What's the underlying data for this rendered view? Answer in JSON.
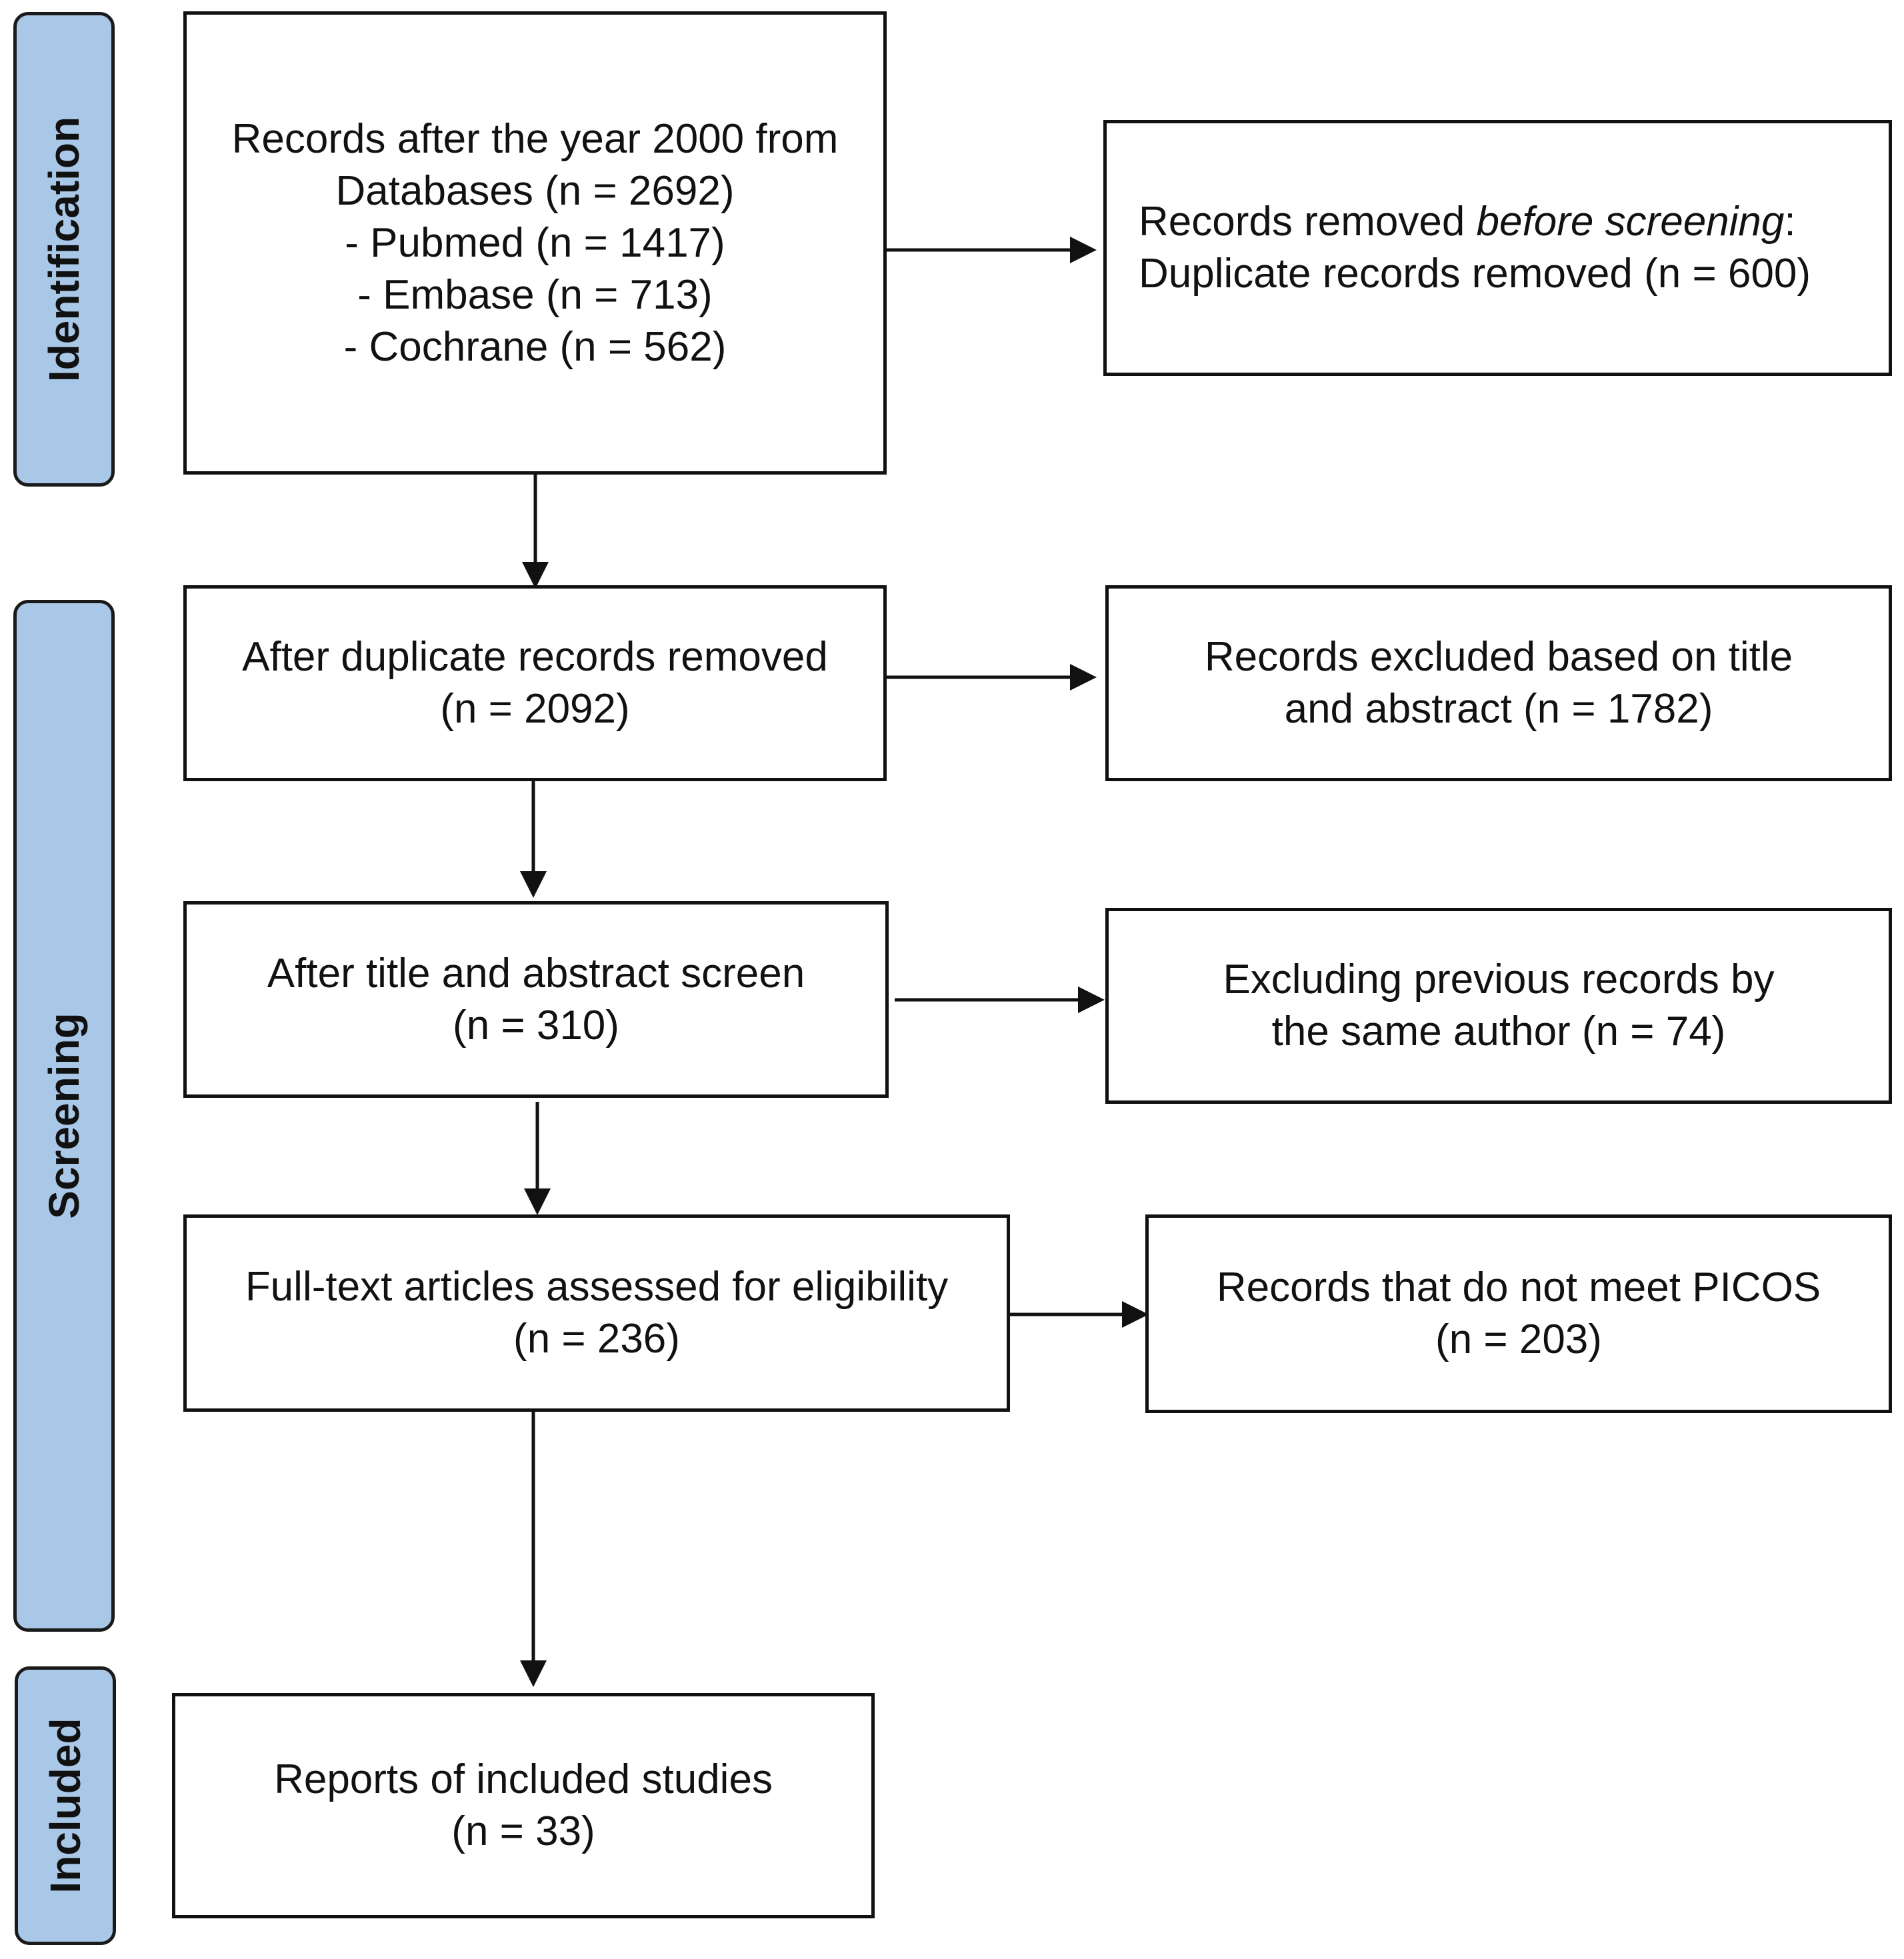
{
  "phases": {
    "identification": "Identification",
    "screening": "Screening",
    "included": "Included"
  },
  "records_identified": {
    "line1": "Records after the year 2000 from",
    "line2": "Databases (n = 2692)",
    "line3": "- Pubmed (n = 1417)",
    "line4": "- Embase (n = 713)",
    "line5": "- Cochrane (n = 562)"
  },
  "records_removed": {
    "line1_prefix": "Records removed ",
    "line1_emphasis": "before screening",
    "line1_suffix": ":",
    "line2": "Duplicate records removed (n = 600)"
  },
  "after_duplicates": {
    "line1": "After duplicate records removed",
    "line2": "(n = 2092)"
  },
  "excluded_title_abstract": {
    "line1": "Records excluded based on title",
    "line2": "and abstract (n = 1782)"
  },
  "after_title_abstract": {
    "line1": "After title and abstract screen",
    "line2": "(n = 310)"
  },
  "excluding_previous": {
    "line1": "Excluding previous records by",
    "line2": "the same author (n = 74)"
  },
  "full_text": {
    "line1": "Full-text articles assessed for eligibility",
    "line2": "(n = 236)"
  },
  "not_meet_picos": {
    "line1": "Records that do not meet PICOS",
    "line2": "(n = 203)"
  },
  "included_studies": {
    "line1": "Reports of included studies",
    "line2": "(n = 33)"
  }
}
